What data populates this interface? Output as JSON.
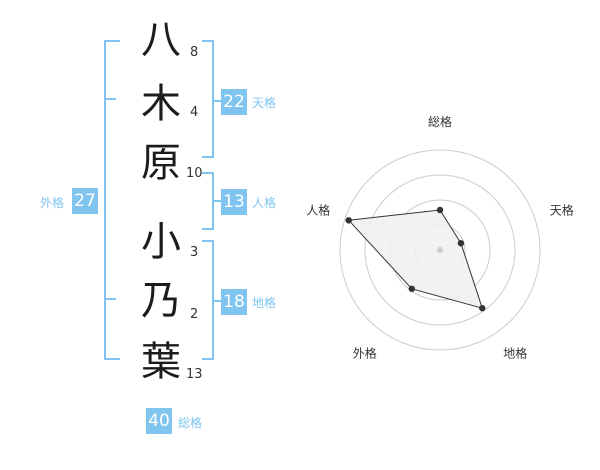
{
  "surname": [
    {
      "char": "八",
      "strokes": "8"
    },
    {
      "char": "木",
      "strokes": "4"
    },
    {
      "char": "原",
      "strokes": "10"
    }
  ],
  "given_name": [
    {
      "char": "小",
      "strokes": "3"
    },
    {
      "char": "乃",
      "strokes": "2"
    },
    {
      "char": "葉",
      "strokes": "13"
    }
  ],
  "kakusu": {
    "tenkaku": {
      "value": "22",
      "label": "天格"
    },
    "jinkaku": {
      "value": "13",
      "label": "人格"
    },
    "chikaku": {
      "value": "18",
      "label": "地格"
    },
    "gaikaku": {
      "value": "27",
      "label": "外格"
    },
    "soukaku": {
      "value": "40",
      "label": "総格"
    }
  },
  "colors": {
    "accent": "#7fc5f0",
    "radar_fill": "#f0f0f0",
    "radar_ring": "#cccccc",
    "radar_line": "#333333"
  },
  "chart_data": {
    "type": "radar",
    "axes": [
      "総格",
      "天格",
      "地格",
      "外格",
      "人格"
    ],
    "values": [
      0.4,
      0.22,
      0.72,
      0.48,
      0.96
    ],
    "range": [
      0,
      1
    ],
    "rings": 4
  }
}
